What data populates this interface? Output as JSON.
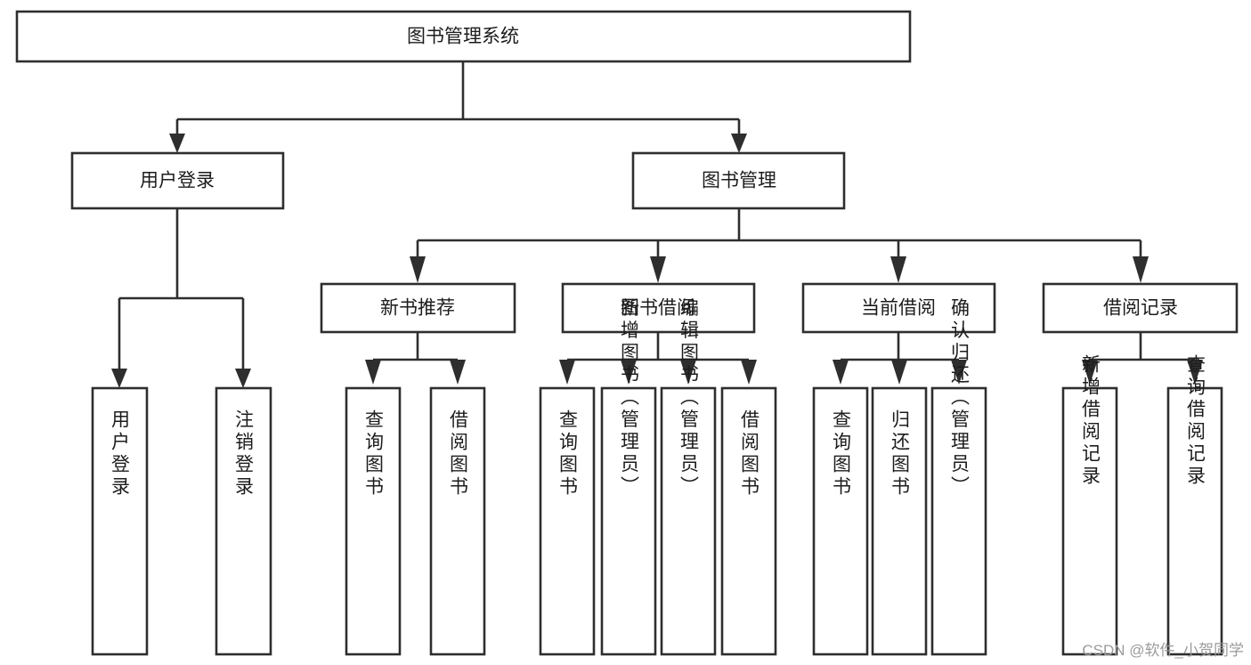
{
  "diagram": {
    "type": "tree-hierarchy",
    "title": "图书管理系统",
    "watermark": "CSDN @软件_小贺同学",
    "colors": {
      "stroke": "#2e2e2e",
      "fill": "#ffffff",
      "text": "#1c1c1c",
      "watermark": "#9b9b9b"
    },
    "levels": {
      "root": {
        "label": "图书管理系统"
      },
      "level2": [
        {
          "label": "用户登录"
        },
        {
          "label": "图书管理"
        }
      ],
      "level3": [
        {
          "label": "新书推荐"
        },
        {
          "label": "图书借阅"
        },
        {
          "label": "当前借阅"
        },
        {
          "label": "借阅记录"
        }
      ],
      "leaves": {
        "user_login": [
          {
            "label": "用户登录"
          },
          {
            "label": "注销登录"
          }
        ],
        "new_book_recommend": [
          {
            "label": "查询图书"
          },
          {
            "label": "借阅图书"
          }
        ],
        "book_borrow": [
          {
            "label": "查询图书"
          },
          {
            "label": "新增图书（管理员）"
          },
          {
            "label": "编辑图书（管理员）"
          },
          {
            "label": "借阅图书"
          }
        ],
        "current_borrow": [
          {
            "label": "查询图书"
          },
          {
            "label": "归还图书"
          },
          {
            "label": "确认归还（管理员）"
          }
        ],
        "borrow_records": [
          {
            "label": "新增借阅记录"
          },
          {
            "label": "查询借阅记录"
          }
        ]
      }
    }
  }
}
